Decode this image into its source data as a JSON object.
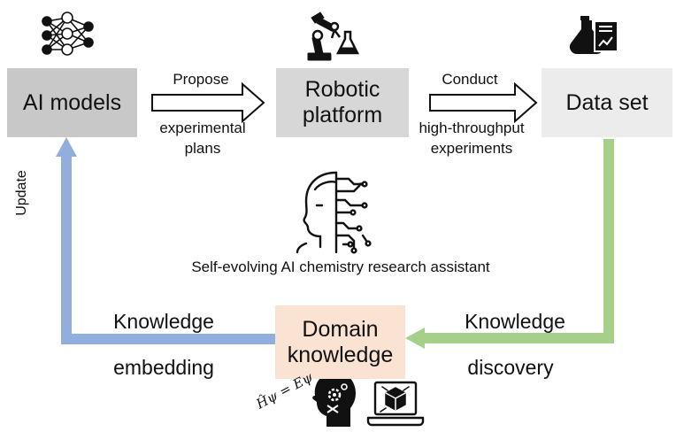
{
  "nodes": {
    "ai_models": "AI models",
    "robotic_line1": "Robotic",
    "robotic_line2": "platform",
    "data_set": "Data set",
    "domain_line1": "Domain",
    "domain_line2": "knowledge"
  },
  "edges": {
    "propose": "Propose",
    "experimental": "experimental",
    "plans": "plans",
    "conduct": "Conduct",
    "high_throughput": "high-throughput",
    "experiments": "experiments",
    "update": "Update",
    "knowledge_left": "Knowledge",
    "embedding": "embedding",
    "knowledge_right": "Knowledge",
    "discovery": "discovery"
  },
  "center_caption": "Self-evolving AI chemistry research assistant",
  "colors": {
    "ai_box": "#c8c8c8",
    "robot_box": "#d7d7d7",
    "data_box": "#ececec",
    "domain_box": "#fbe3d3",
    "blue_arrow": "#92aedd",
    "green_arrow": "#a6d08a"
  },
  "icons": [
    "neural-network-icon",
    "robotic-arm-icon",
    "lab-report-icon",
    "android-head-icon",
    "human-head-gears-icon",
    "laptop-molecule-icon"
  ],
  "equation_text": "Ĥψ = Eψ"
}
